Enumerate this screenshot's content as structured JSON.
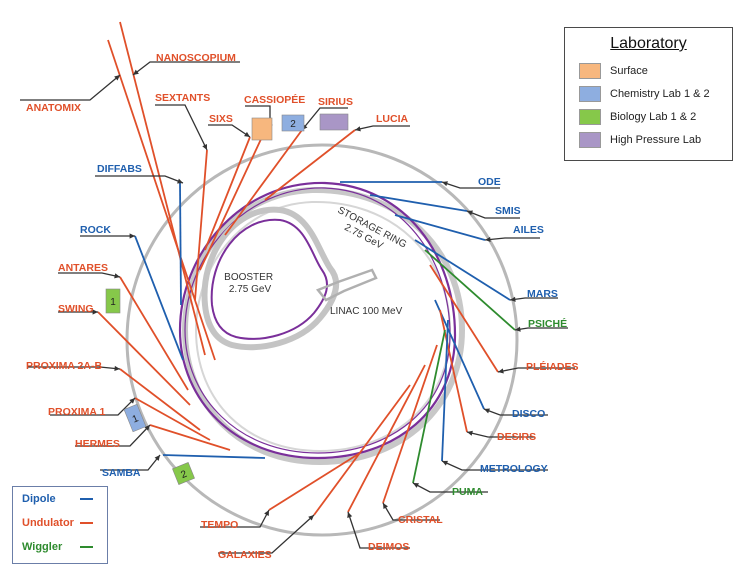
{
  "colors": {
    "dipole": "#1f5fae",
    "undulator": "#e0502a",
    "wiggler": "#2e8b2e",
    "surface": "#f7b77e",
    "chemistry": "#8eaee0",
    "biology": "#86c84a",
    "high_pressure": "#a996c6"
  },
  "ring_labels": {
    "storage_ring": [
      "STORAGE RING",
      "2.75 GeV"
    ],
    "booster": [
      "BOOSTER",
      "2.75 GeV"
    ],
    "linac": "LINAC 100 MeV"
  },
  "beamlines": [
    {
      "name": "NANOSCOPIUM",
      "type": "undulator"
    },
    {
      "name": "ANATOMIX",
      "type": "undulator"
    },
    {
      "name": "SEXTANTS",
      "type": "undulator"
    },
    {
      "name": "CASSIOPÉE",
      "type": "undulator"
    },
    {
      "name": "SIRIUS",
      "type": "undulator"
    },
    {
      "name": "SIXS",
      "type": "undulator"
    },
    {
      "name": "LUCIA",
      "type": "undulator"
    },
    {
      "name": "DIFFABS",
      "type": "dipole"
    },
    {
      "name": "ODE",
      "type": "dipole"
    },
    {
      "name": "SMIS",
      "type": "dipole"
    },
    {
      "name": "AILES",
      "type": "dipole"
    },
    {
      "name": "ROCK",
      "type": "dipole"
    },
    {
      "name": "ANTARES",
      "type": "undulator"
    },
    {
      "name": "MARS",
      "type": "dipole"
    },
    {
      "name": "SWING",
      "type": "undulator"
    },
    {
      "name": "PSICHÉ",
      "type": "wiggler"
    },
    {
      "name": "PROXIMA 2A-B",
      "type": "undulator"
    },
    {
      "name": "PLÉIADES",
      "type": "undulator"
    },
    {
      "name": "PROXIMA 1",
      "type": "undulator"
    },
    {
      "name": "DISCO",
      "type": "dipole"
    },
    {
      "name": "HERMES",
      "type": "undulator"
    },
    {
      "name": "DESIRS",
      "type": "undulator"
    },
    {
      "name": "SAMBA",
      "type": "dipole"
    },
    {
      "name": "METROLOGY",
      "type": "dipole"
    },
    {
      "name": "PUMA",
      "type": "wiggler"
    },
    {
      "name": "CRISTAL",
      "type": "undulator"
    },
    {
      "name": "TEMPO",
      "type": "undulator"
    },
    {
      "name": "DEIMOS",
      "type": "undulator"
    },
    {
      "name": "GALAXIES",
      "type": "undulator"
    }
  ],
  "lab_badges": [
    {
      "text": "1",
      "lab": "biology"
    },
    {
      "text": "1",
      "lab": "chemistry"
    },
    {
      "text": "2",
      "lab": "biology"
    },
    {
      "text": "2",
      "lab": "chemistry"
    },
    {
      "text": "",
      "lab": "surface"
    },
    {
      "text": "",
      "lab": "high_pressure"
    }
  ],
  "legend_laboratory": {
    "title": "Laboratory",
    "items": [
      {
        "label": "Surface",
        "lab": "surface"
      },
      {
        "label": "Chemistry Lab 1 & 2",
        "lab": "chemistry"
      },
      {
        "label": "Biology Lab 1 & 2",
        "lab": "biology"
      },
      {
        "label": "High Pressure Lab",
        "lab": "high_pressure"
      }
    ]
  },
  "legend_type": {
    "items": [
      {
        "label": "Dipole",
        "type": "dipole"
      },
      {
        "label": "Undulator",
        "type": "undulator"
      },
      {
        "label": "Wiggler",
        "type": "wiggler"
      }
    ]
  }
}
